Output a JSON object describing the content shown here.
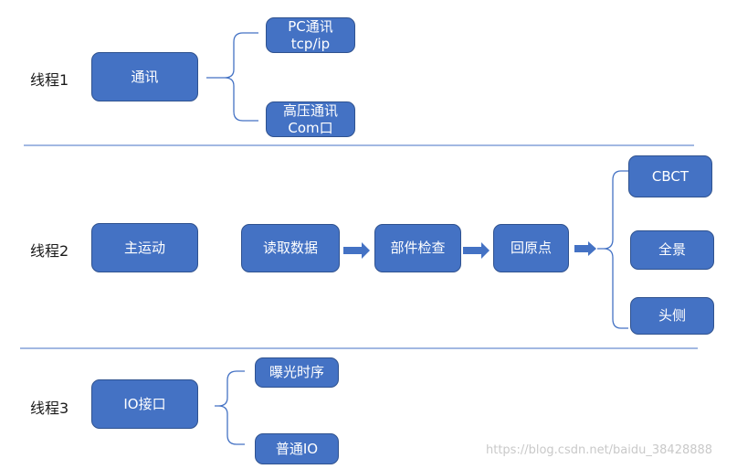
{
  "threads": [
    {
      "label": "线程1",
      "main": "通讯",
      "branches": [
        {
          "line1": "PC通讯",
          "line2": "tcp/ip"
        },
        {
          "line1": "高压通讯",
          "line2": "Com口"
        }
      ]
    },
    {
      "label": "线程2",
      "main": "主运动",
      "flow": [
        "读取数据",
        "部件检查",
        "回原点"
      ],
      "branches": [
        "CBCT",
        "全景",
        "头侧"
      ]
    },
    {
      "label": "线程3",
      "main": "IO接口",
      "branches": [
        "曝光时序",
        "普通IO"
      ]
    }
  ],
  "watermark": "https://blog.csdn.net/baidu_38428888",
  "colors": {
    "box_fill": "#4472c4",
    "box_border": "#2f528f",
    "line": "#4472c4"
  }
}
